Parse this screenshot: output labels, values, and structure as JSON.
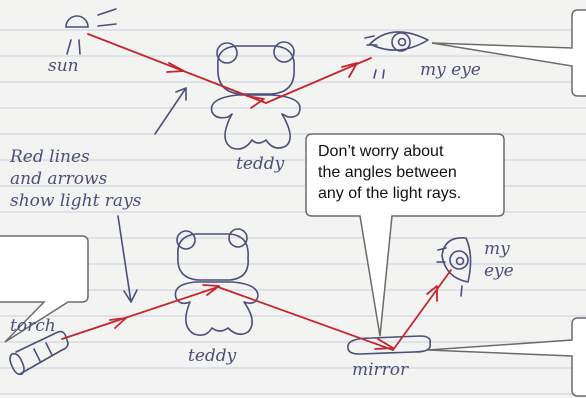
{
  "labels": {
    "sun": "sun",
    "my_eye_top": "my eye",
    "teddy_top": "teddy",
    "note": [
      "Red lines",
      "and arrows",
      "show light rays"
    ],
    "torch": "torch",
    "teddy_bottom": "teddy",
    "mirror": "mirror",
    "my_eye_bottom": [
      "my",
      "eye"
    ]
  },
  "callout": {
    "lines": [
      "Don’t worry about",
      "the angles between",
      "any of the light rays."
    ]
  },
  "colors": {
    "ray": "#c4272f",
    "pencil": "#4b4f7a",
    "paper": "#f3f3f2",
    "rule": "#c9cfdd"
  }
}
